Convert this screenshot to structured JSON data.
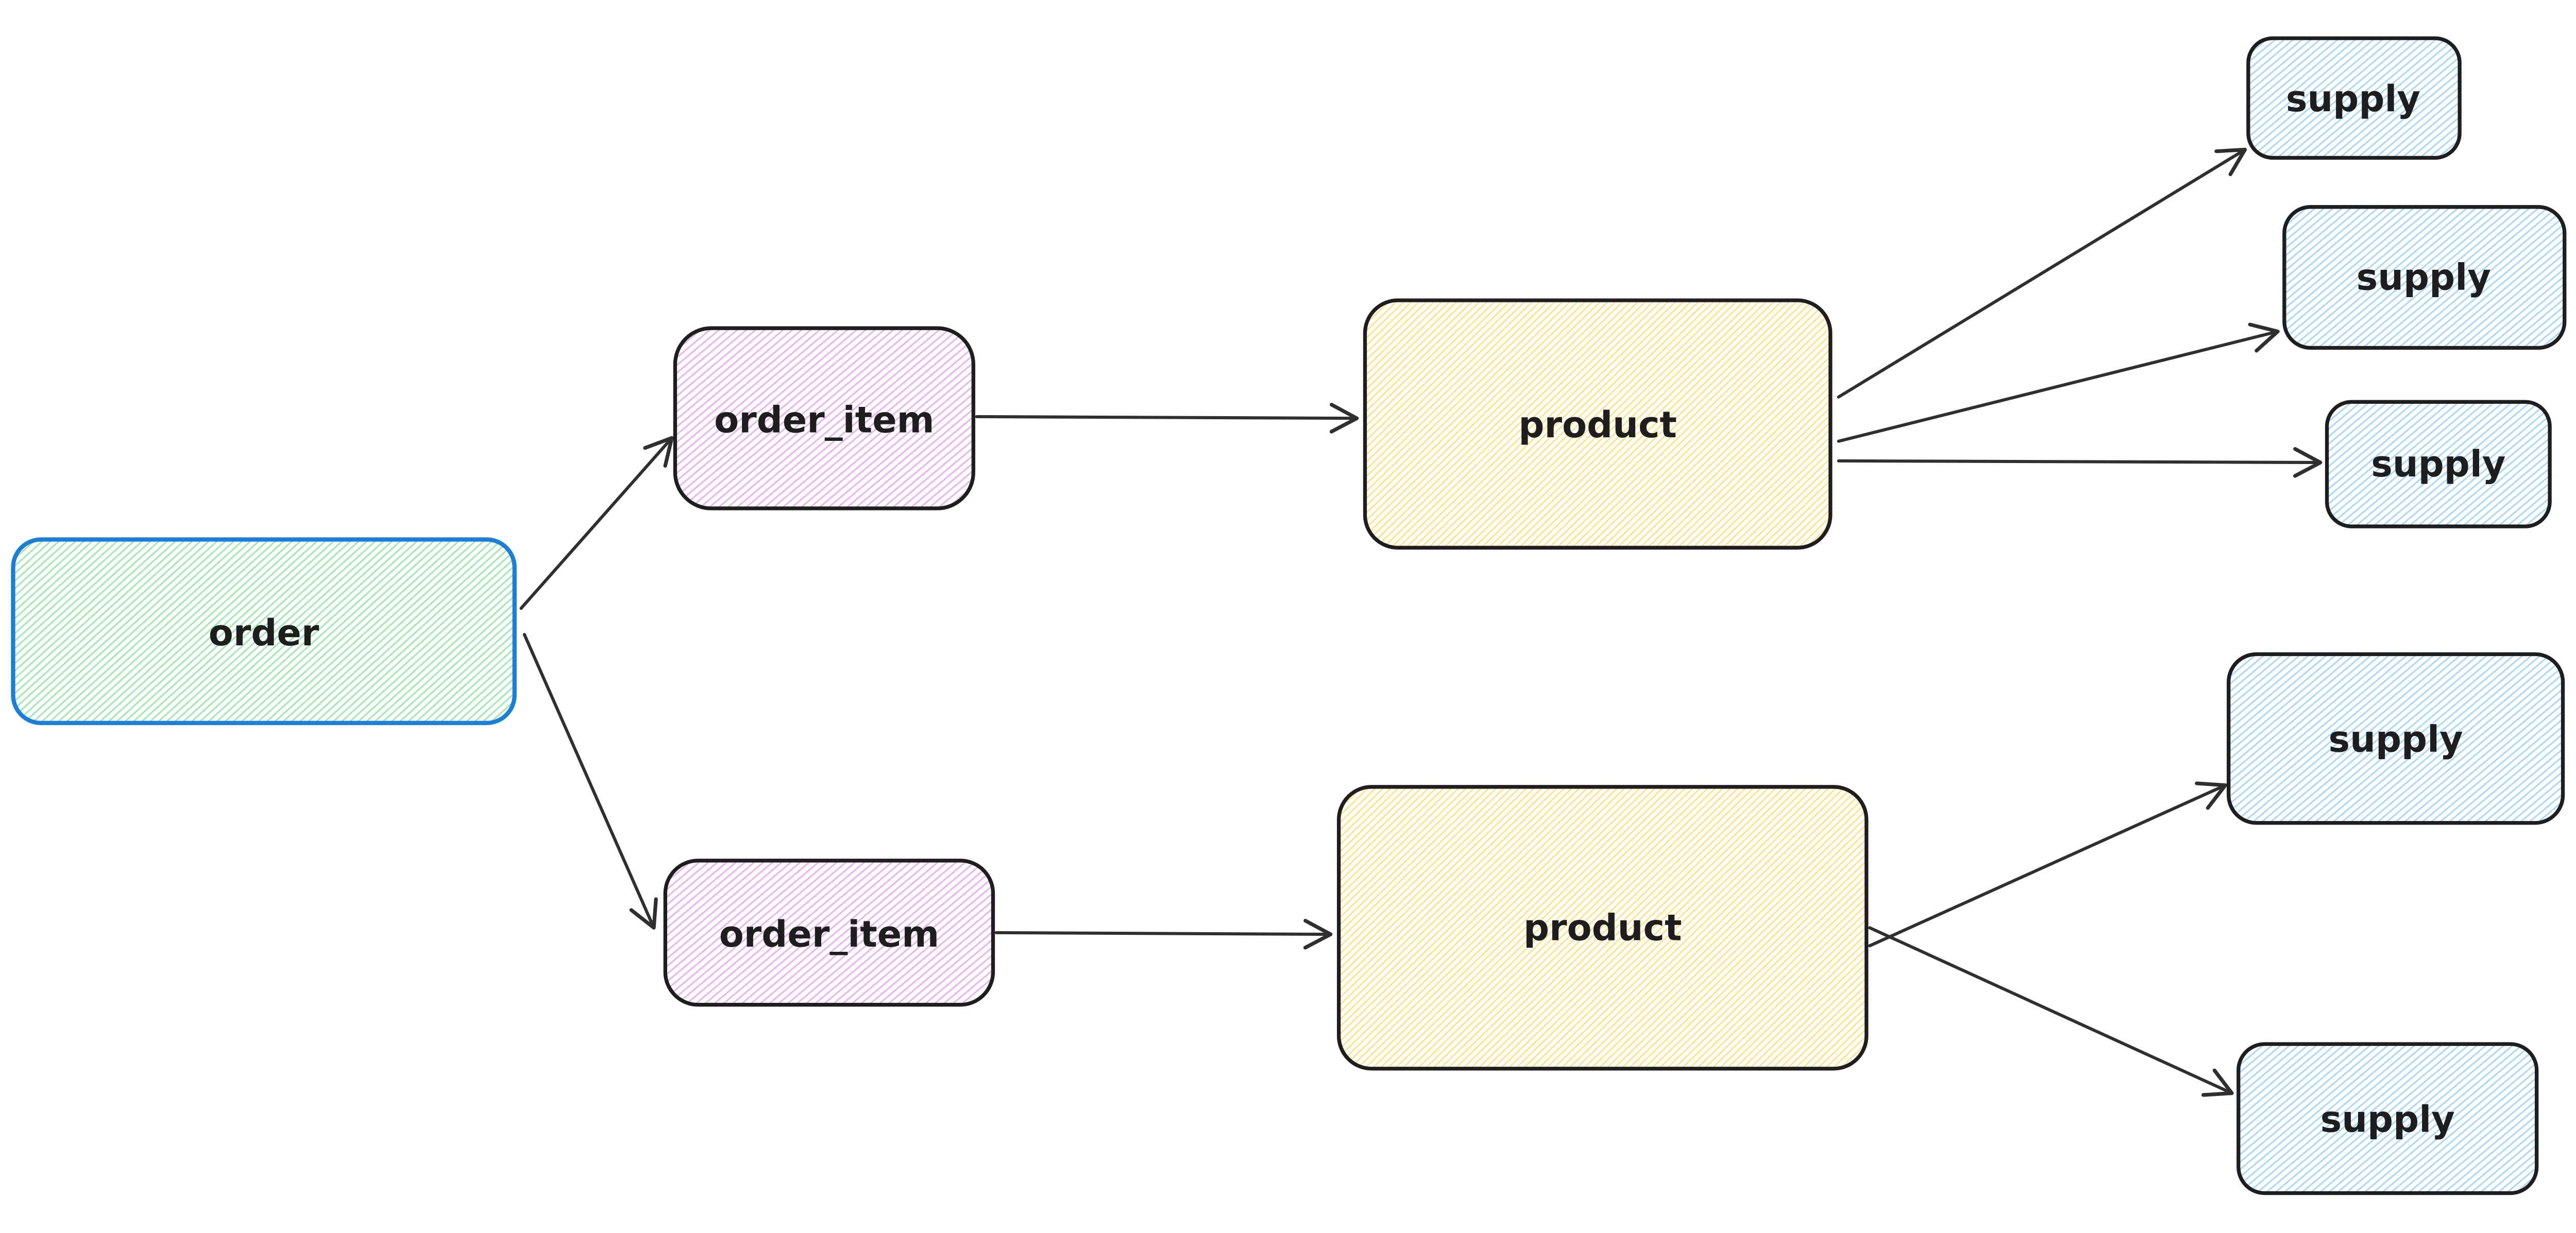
{
  "canvas": {
    "background": "#ffffff"
  },
  "colors": {
    "node_stroke": "#1e1e1e",
    "order_stroke": "#1c7ed6",
    "label": "#1e1e1e",
    "arrow": "#2f2f2f",
    "hatch_green": "#9fe8ae",
    "hatch_violet": "#eab1f2",
    "hatch_yellow": "#ffe38a",
    "hatch_blue": "#a5d8ff"
  },
  "nodes": {
    "order": {
      "label": "order",
      "fill": "green",
      "stroke": "blue"
    },
    "order_item_top": {
      "label": "order_item",
      "fill": "violet",
      "stroke": "dark"
    },
    "order_item_bottom": {
      "label": "order_item",
      "fill": "violet",
      "stroke": "dark"
    },
    "product_top": {
      "label": "product",
      "fill": "yellow",
      "stroke": "dark"
    },
    "product_bottom": {
      "label": "product",
      "fill": "yellow",
      "stroke": "dark"
    },
    "supply_1": {
      "label": "supply",
      "fill": "blue",
      "stroke": "dark"
    },
    "supply_2": {
      "label": "supply",
      "fill": "blue",
      "stroke": "dark"
    },
    "supply_3": {
      "label": "supply",
      "fill": "blue",
      "stroke": "dark"
    },
    "supply_4": {
      "label": "supply",
      "fill": "blue",
      "stroke": "dark"
    },
    "supply_5": {
      "label": "supply",
      "fill": "blue",
      "stroke": "dark"
    }
  },
  "edges": [
    {
      "from": "order",
      "to": "order_item_top"
    },
    {
      "from": "order",
      "to": "order_item_bottom"
    },
    {
      "from": "order_item_top",
      "to": "product_top"
    },
    {
      "from": "order_item_bottom",
      "to": "product_bottom"
    },
    {
      "from": "product_top",
      "to": "supply_1"
    },
    {
      "from": "product_top",
      "to": "supply_2"
    },
    {
      "from": "product_top",
      "to": "supply_3"
    },
    {
      "from": "product_bottom",
      "to": "supply_4"
    },
    {
      "from": "product_bottom",
      "to": "supply_5"
    }
  ]
}
